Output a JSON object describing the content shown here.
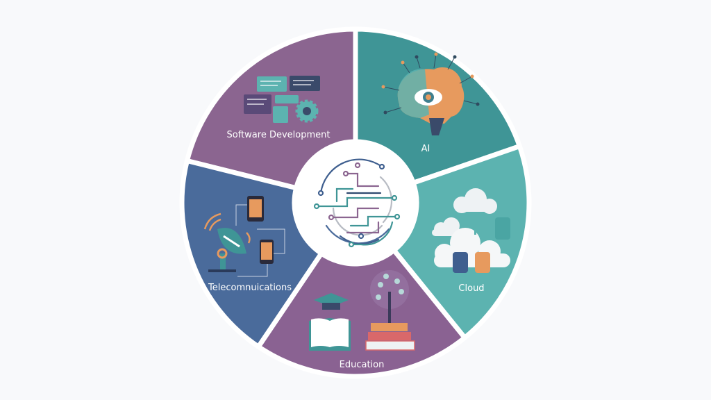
{
  "diagram": {
    "center_icon": "circuit-brain-icon",
    "segments": [
      {
        "label": "Software Development",
        "icon": "code-windows-gear-icon",
        "color": "#8b6590"
      },
      {
        "label": "AI",
        "icon": "brain-eye-icon",
        "color": "#3f9596"
      },
      {
        "label": "Cloud",
        "icon": "cloud-database-icon",
        "color": "#5cb3b0"
      },
      {
        "label": "Education",
        "icon": "books-graduation-cap-icon",
        "color": "#8a6292"
      },
      {
        "label": "Telecomnuications",
        "icon": "satellite-dish-phones-icon",
        "color": "#4a6b9b"
      }
    ]
  }
}
